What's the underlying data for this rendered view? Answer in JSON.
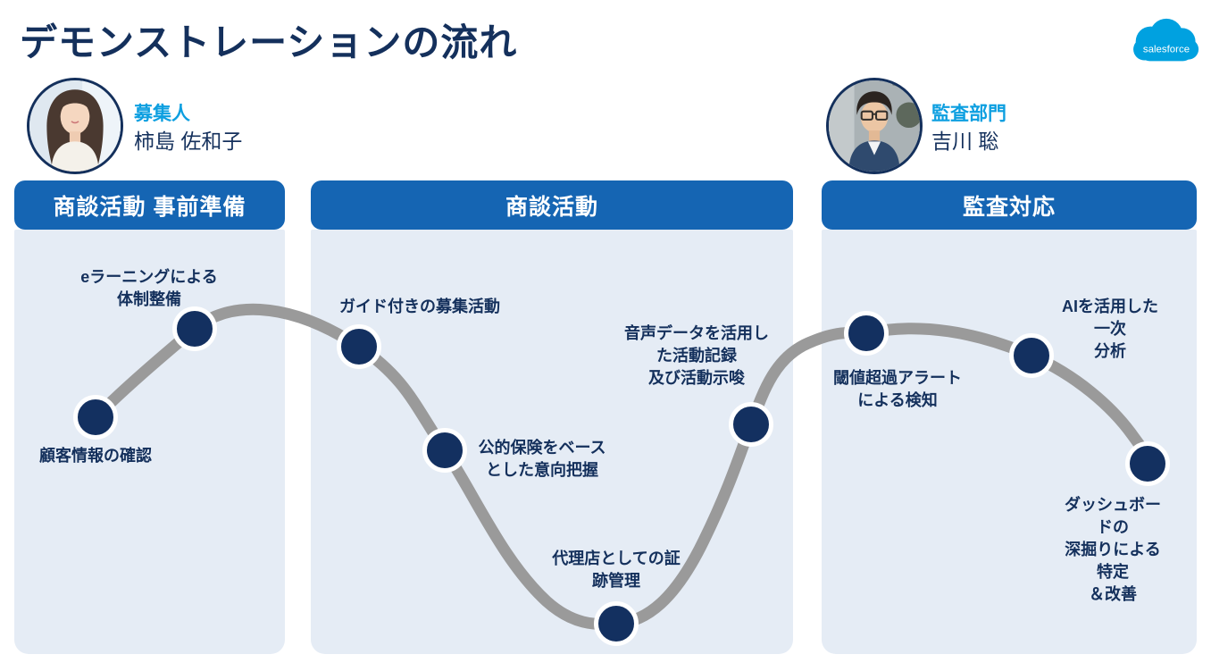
{
  "title": "デモンストレーションの流れ",
  "logo": {
    "label": "salesforce"
  },
  "colors": {
    "navy": "#14305c",
    "header-blue": "#1565b3",
    "panel-blue": "#e5ecf5",
    "path-gray": "#9a9a9a",
    "node-navy": "#133060",
    "accent-cyan": "#0d9fe0",
    "logo-blue": "#00a1e0"
  },
  "personas": [
    {
      "role": "募集人",
      "name": "柿島 佐和子"
    },
    {
      "role": "監査部門",
      "name": "吉川 聡"
    }
  ],
  "sections": [
    {
      "title": "商談活動 事前準備"
    },
    {
      "title": "商談活動"
    },
    {
      "title": "監査対応"
    }
  ],
  "steps": [
    {
      "label": "顧客情報の確認"
    },
    {
      "label": "eラーニングによる\n体制整備"
    },
    {
      "label": "ガイド付きの募集活動"
    },
    {
      "label": "公的保険をベース\nとした意向把握"
    },
    {
      "label": "代理店としての証\n跡管理"
    },
    {
      "label": "音声データを活用し\nた活動記録\n及び活動示唆"
    },
    {
      "label": "閾値超過アラート\nによる検知"
    },
    {
      "label": "AIを活用した一次\n分析"
    },
    {
      "label": "ダッシュボードの\n深掘りによる特定\n＆改善"
    }
  ]
}
